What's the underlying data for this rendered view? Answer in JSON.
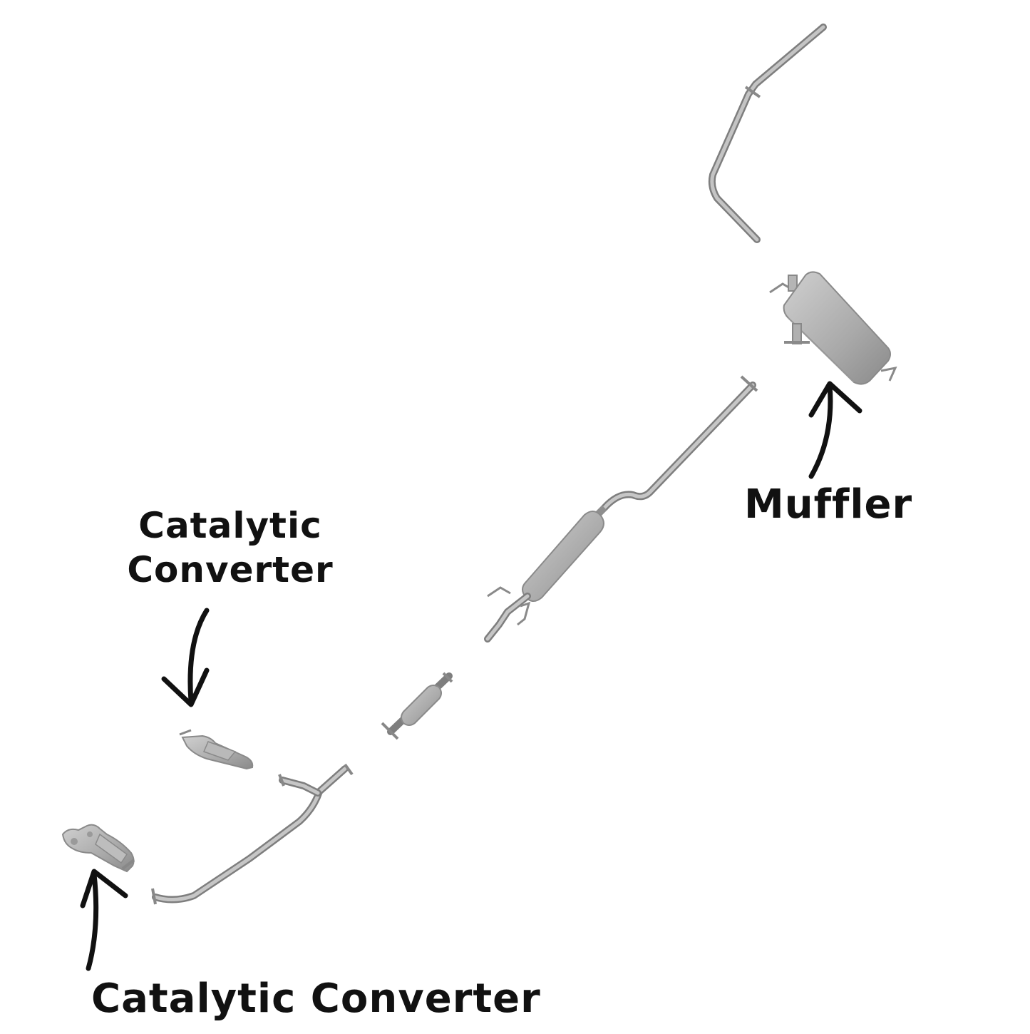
{
  "labels": {
    "catalytic_upper_line1": "Catalytic",
    "catalytic_upper_line2": "Converter",
    "muffler": "Muffler",
    "catalytic_lower": "Catalytic Converter"
  },
  "colors": {
    "background": "#ffffff",
    "text": "#111111",
    "metal_light": "#c8c8c8",
    "metal_mid": "#a6a6a6",
    "metal_dark": "#7d7d7d"
  }
}
